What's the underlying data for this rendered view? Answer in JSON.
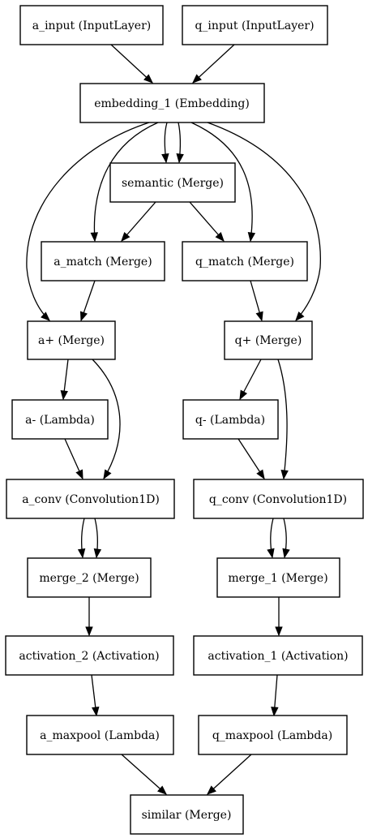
{
  "diagram": {
    "nodes": {
      "a_input": "a_input (InputLayer)",
      "q_input": "q_input (InputLayer)",
      "embedding_1": "embedding_1 (Embedding)",
      "semantic": "semantic (Merge)",
      "a_match": "a_match (Merge)",
      "q_match": "q_match (Merge)",
      "a_plus": "a+ (Merge)",
      "q_plus": "q+ (Merge)",
      "a_minus": "a- (Lambda)",
      "q_minus": "q- (Lambda)",
      "a_conv": "a_conv (Convolution1D)",
      "q_conv": "q_conv (Convolution1D)",
      "merge_2": "merge_2 (Merge)",
      "merge_1": "merge_1 (Merge)",
      "activation_2": "activation_2 (Activation)",
      "activation_1": "activation_1 (Activation)",
      "a_maxpool": "a_maxpool (Lambda)",
      "q_maxpool": "q_maxpool (Lambda)",
      "similar": "similar (Merge)"
    },
    "edges": [
      [
        "a_input",
        "embedding_1"
      ],
      [
        "q_input",
        "embedding_1"
      ],
      [
        "embedding_1",
        "semantic"
      ],
      [
        "embedding_1",
        "semantic"
      ],
      [
        "embedding_1",
        "a_match"
      ],
      [
        "embedding_1",
        "q_match"
      ],
      [
        "embedding_1",
        "a_plus"
      ],
      [
        "embedding_1",
        "q_plus"
      ],
      [
        "semantic",
        "a_match"
      ],
      [
        "semantic",
        "q_match"
      ],
      [
        "a_match",
        "a_plus"
      ],
      [
        "q_match",
        "q_plus"
      ],
      [
        "a_plus",
        "a_minus"
      ],
      [
        "a_plus",
        "a_conv"
      ],
      [
        "q_plus",
        "q_minus"
      ],
      [
        "q_plus",
        "q_conv"
      ],
      [
        "a_minus",
        "a_conv"
      ],
      [
        "q_minus",
        "q_conv"
      ],
      [
        "a_conv",
        "merge_2"
      ],
      [
        "a_conv",
        "merge_2"
      ],
      [
        "q_conv",
        "merge_1"
      ],
      [
        "q_conv",
        "merge_1"
      ],
      [
        "merge_2",
        "activation_2"
      ],
      [
        "merge_1",
        "activation_1"
      ],
      [
        "activation_2",
        "a_maxpool"
      ],
      [
        "activation_1",
        "q_maxpool"
      ],
      [
        "a_maxpool",
        "similar"
      ],
      [
        "q_maxpool",
        "similar"
      ]
    ]
  }
}
